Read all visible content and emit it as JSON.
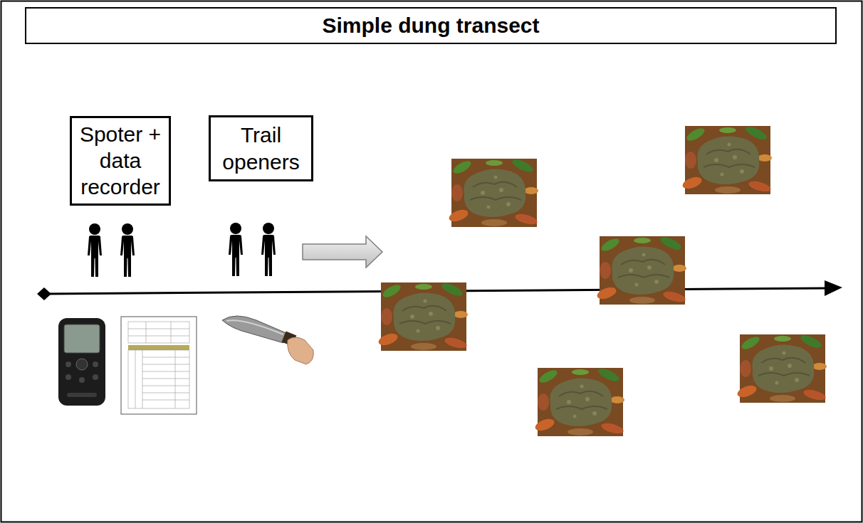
{
  "diagram": {
    "title": "Simple dung transect",
    "nodes": [
      {
        "text": [
          "Spoter + data recorder"
        ]
      },
      {
        "text": [
          "Trail openers"
        ]
      }
    ]
  }
}
